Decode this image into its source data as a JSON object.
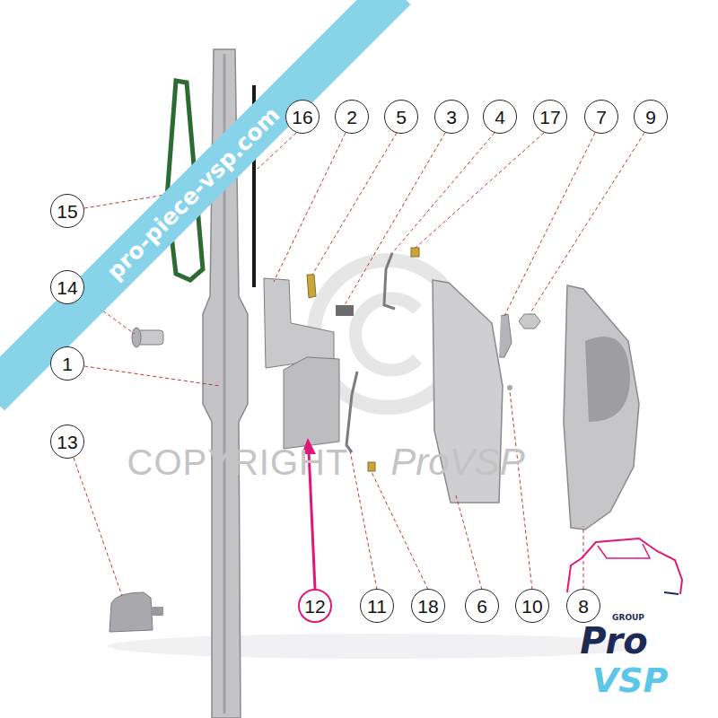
{
  "diagram": {
    "nodes": [
      {
        "text": [
          "16"
        ]
      },
      {
        "text": [
          "2"
        ]
      },
      {
        "text": [
          "5"
        ]
      },
      {
        "text": [
          "3"
        ]
      },
      {
        "text": [
          "4"
        ]
      },
      {
        "text": [
          "17"
        ]
      },
      {
        "text": [
          "7"
        ]
      },
      {
        "text": [
          "9"
        ]
      },
      {
        "text": [
          "15"
        ]
      },
      {
        "text": [
          "14"
        ]
      },
      {
        "text": [
          "1"
        ]
      },
      {
        "text": [
          "13"
        ]
      },
      {
        "text": [
          "12"
        ]
      },
      {
        "text": [
          "11"
        ]
      },
      {
        "text": [
          "18"
        ]
      },
      {
        "text": [
          "6"
        ]
      },
      {
        "text": [
          "10"
        ]
      },
      {
        "text": [
          "8"
        ]
      }
    ],
    "edges": [],
    "labels": [
      "pro-piece-vsp.com",
      "COPYRIGHT",
      "ProVSP",
      "GROUP",
      "Pro",
      "VSP"
    ]
  }
}
